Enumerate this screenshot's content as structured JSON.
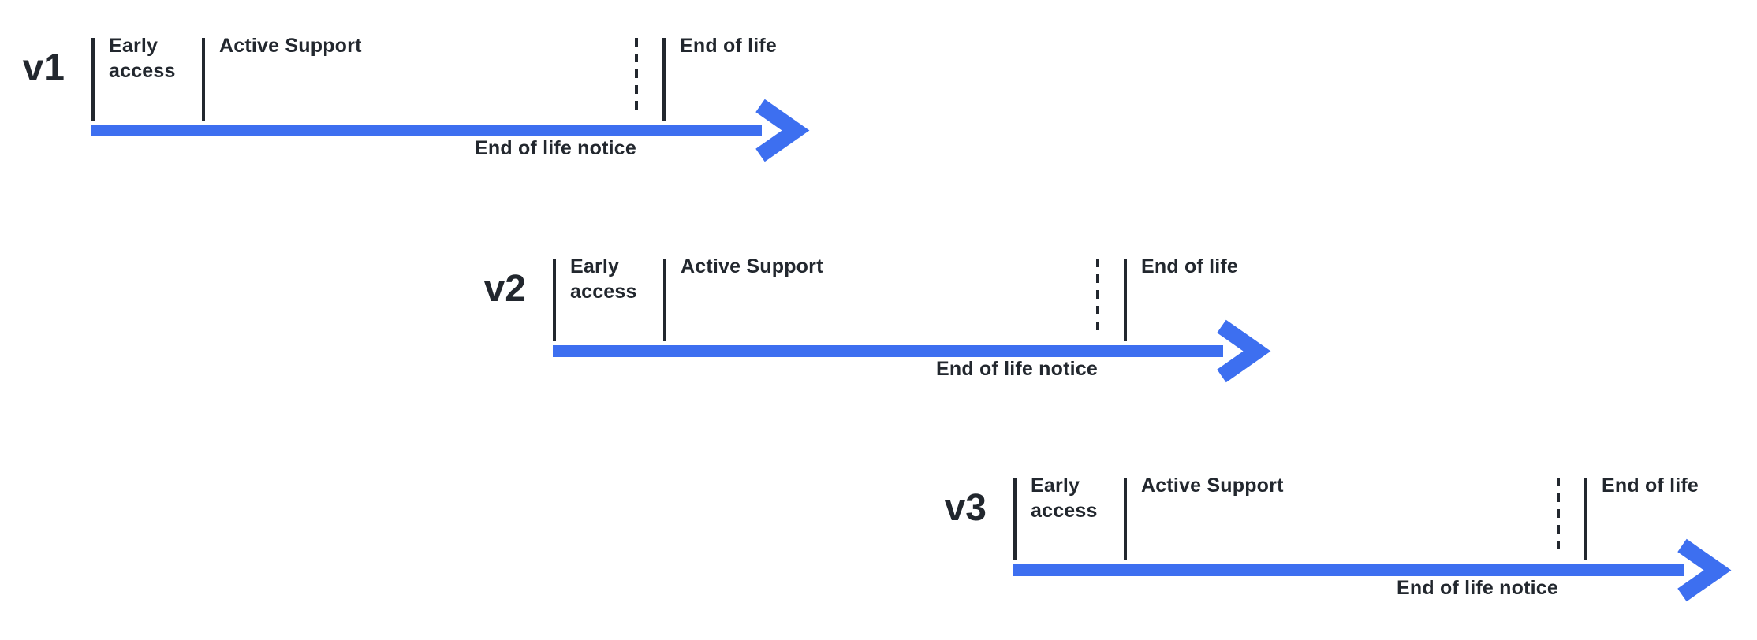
{
  "diagram": {
    "title_implicit": "Release lifecycle timelines",
    "labels": {
      "early_access": "Early access",
      "active_support": "Active Support",
      "end_of_life": "End of life",
      "end_of_life_notice": "End of life notice"
    },
    "rows": [
      {
        "version": "v1"
      },
      {
        "version": "v2"
      },
      {
        "version": "v3"
      }
    ],
    "colors": {
      "background": "#ffffff",
      "text": "#22272e",
      "arrow_blue": "#3d6ff0"
    }
  }
}
